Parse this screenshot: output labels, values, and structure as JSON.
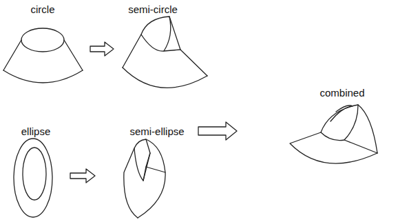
{
  "diagram": {
    "labels": [
      "circle",
      "semi-circle",
      "ellipse",
      "semi-ellipse",
      "combined"
    ]
  }
}
